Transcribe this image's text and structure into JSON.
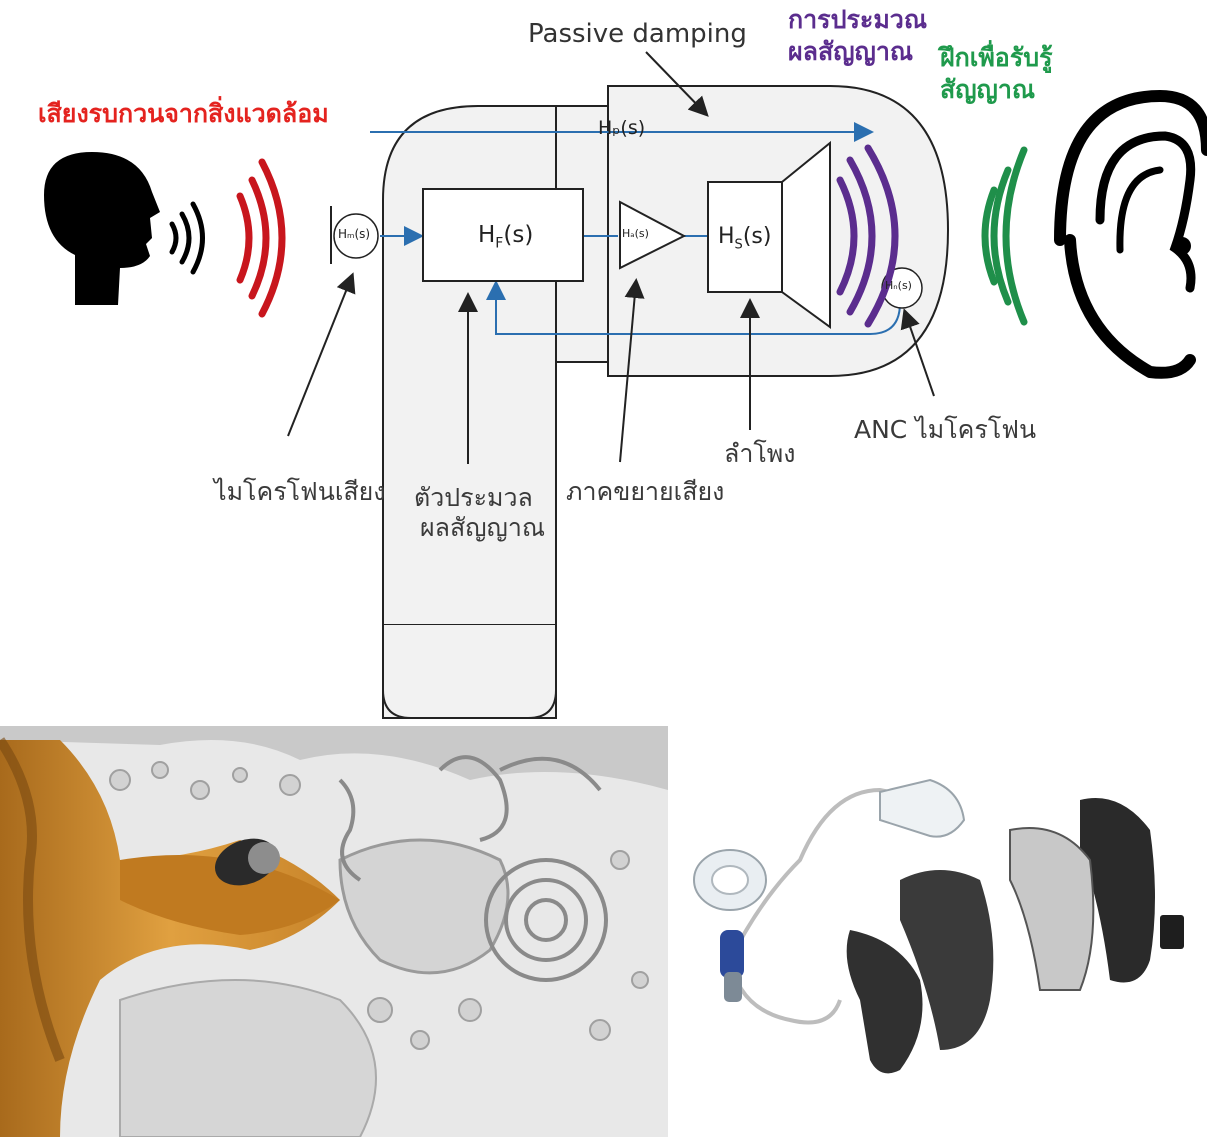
{
  "labels": {
    "noise_source": "เสียงรบกวนจากสิ่งแวดล้อม",
    "passive_damping": "Passive damping",
    "signal_processing_1": "การประมวณ",
    "signal_processing_2": "ผลสัญญาณ",
    "hearing_training_1": "ฝึกเพื่อรับรู้",
    "hearing_training_2": "สัญญาณ",
    "voice_mic": "ไมโครโฟนเสียง",
    "processor_1": "ตัวประมวล",
    "processor_2": "ผลสัญญาณ",
    "amplifier": "ภาคขยายเสียง",
    "speaker": "ลำโพง",
    "anc_mic": "ANC ไมโครโฟน"
  },
  "blocks": {
    "hp": "Hₚ(s)",
    "hf": "H",
    "hf_sub": "F",
    "hf_tail": "(s)",
    "hs": "H",
    "hs_sub": "S",
    "hs_tail": "(s)",
    "ha": "Hₐ(s)",
    "hm": "Hₘ(s)",
    "hn": "Hₙ(s)"
  },
  "colors": {
    "noise": "#c8161d",
    "speaker_waves": "#5b2d8e",
    "ear_waves": "#1f8f4a",
    "signal": "#2b6fb0",
    "outline": "#222222",
    "fill": "#f2f2f2"
  },
  "icons": [
    "head-silhouette-icon",
    "ear-icon",
    "inner-ear-illustration",
    "hearing-aid-parts-illustration"
  ]
}
